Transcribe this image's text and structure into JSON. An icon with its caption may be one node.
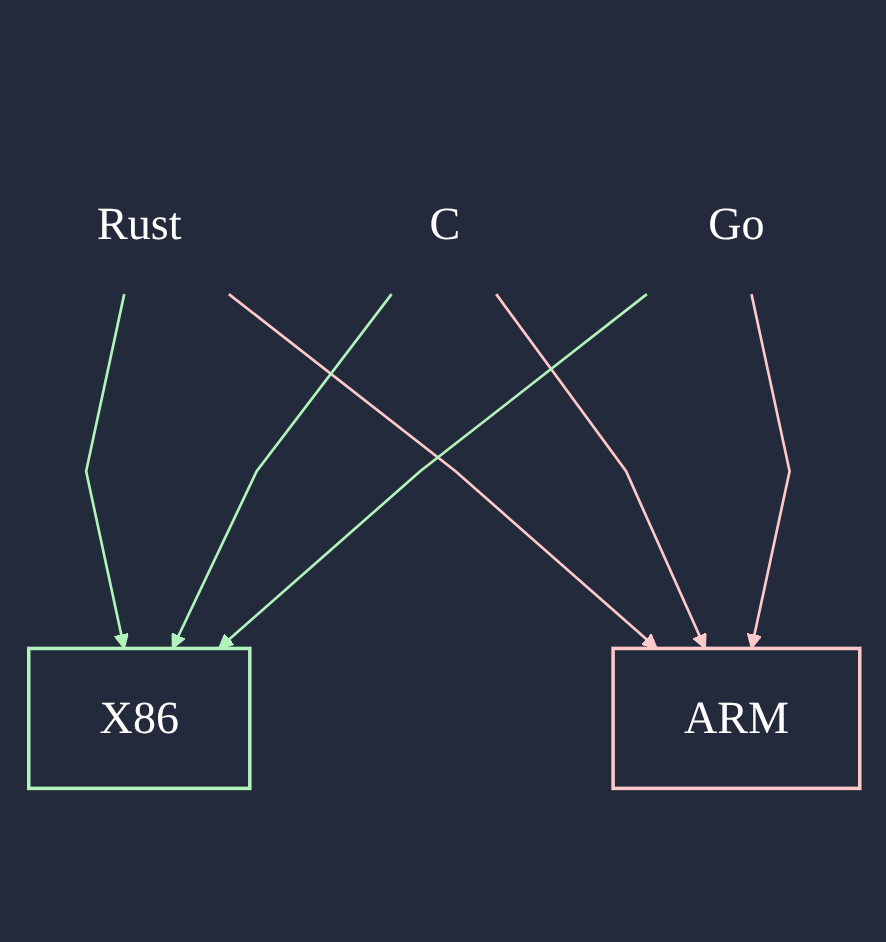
{
  "diagram": {
    "nodes": [
      {
        "text": [
          "Rust"
        ]
      },
      {
        "text": [
          "C"
        ]
      },
      {
        "text": [
          "Go"
        ]
      },
      {
        "text": [
          "X86"
        ]
      },
      {
        "text": [
          "ARM"
        ]
      }
    ],
    "edges": [
      {
        "from": 0,
        "to": 3,
        "arrow": "to",
        "color": "#b2f2bb"
      },
      {
        "from": 0,
        "to": 4,
        "arrow": "to",
        "color": "#ffc9c9"
      },
      {
        "from": 1,
        "to": 3,
        "arrow": "to",
        "color": "#b2f2bb"
      },
      {
        "from": 1,
        "to": 4,
        "arrow": "to",
        "color": "#ffc9c9"
      },
      {
        "from": 2,
        "to": 3,
        "arrow": "to",
        "color": "#b2f2bb"
      },
      {
        "from": 2,
        "to": 4,
        "arrow": "to",
        "color": "#ffc9c9"
      }
    ]
  }
}
